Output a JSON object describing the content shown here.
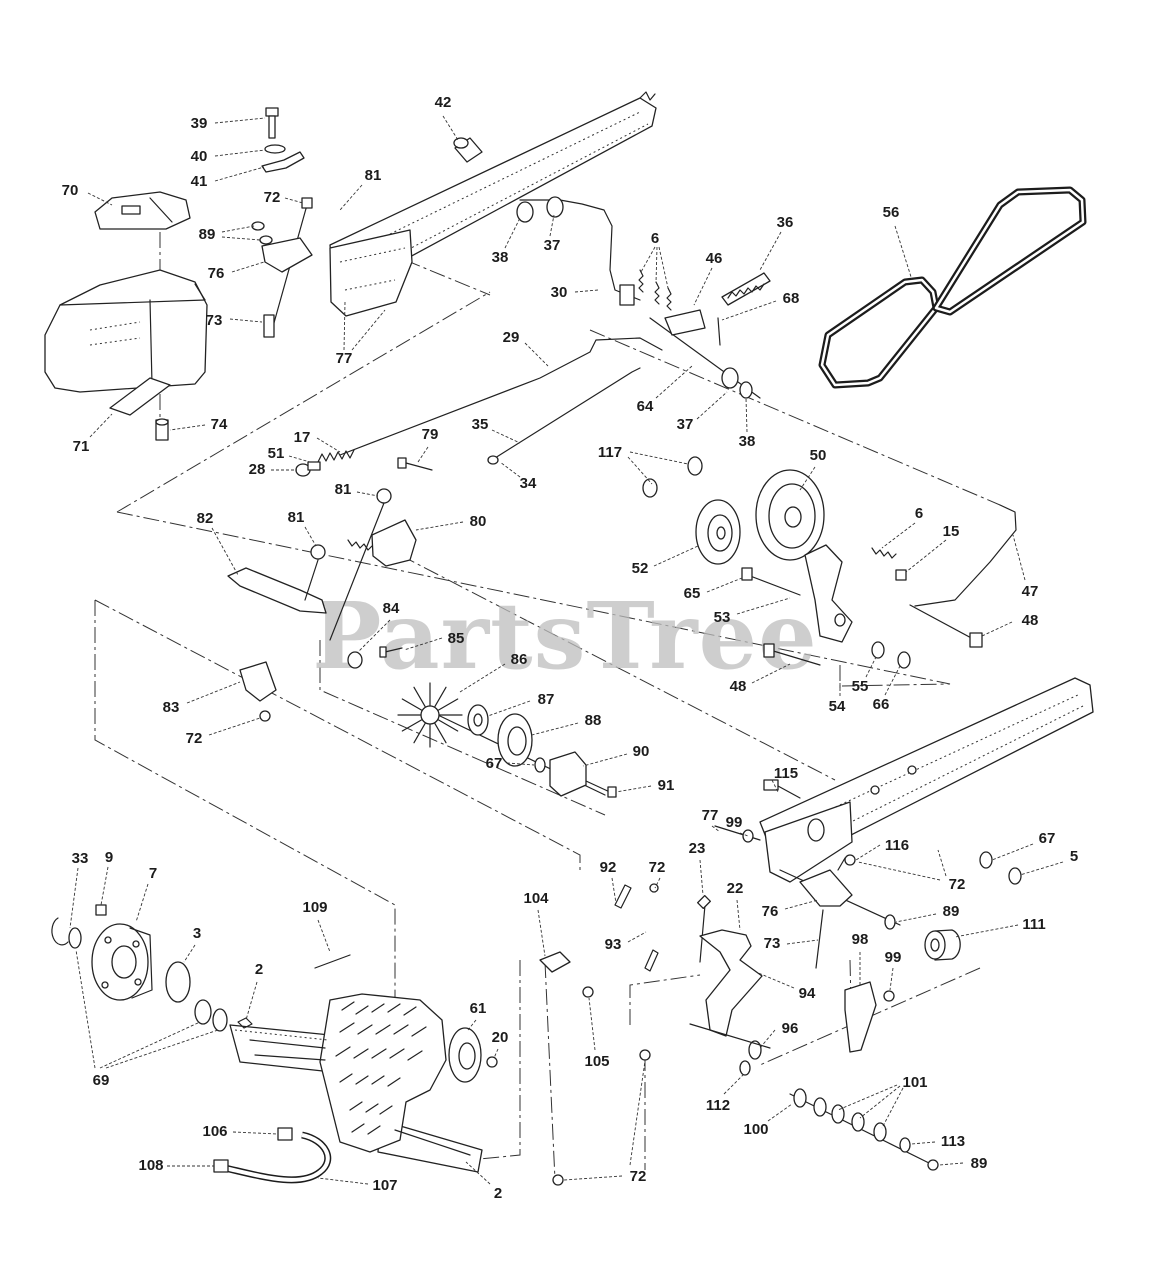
{
  "watermark": "PartsTree",
  "callouts": [
    "39",
    "40",
    "41",
    "42",
    "70",
    "72",
    "81",
    "89",
    "76",
    "73",
    "77",
    "38",
    "37",
    "6",
    "36",
    "56",
    "46",
    "30",
    "68",
    "29",
    "64",
    "37",
    "38",
    "71",
    "74",
    "17",
    "79",
    "35",
    "51",
    "28",
    "34",
    "117",
    "50",
    "81",
    "80",
    "82",
    "81",
    "6",
    "15",
    "52",
    "65",
    "53",
    "48",
    "47",
    "84",
    "85",
    "86",
    "48",
    "55",
    "54",
    "66",
    "83",
    "87",
    "72",
    "88",
    "90",
    "67",
    "91",
    "115",
    "77",
    "99",
    "116",
    "67",
    "5",
    "72",
    "33",
    "9",
    "7",
    "92",
    "72",
    "23",
    "104",
    "22",
    "109",
    "3",
    "76",
    "89",
    "111",
    "93",
    "73",
    "98",
    "99",
    "2",
    "94",
    "61",
    "20",
    "96",
    "105",
    "69",
    "101",
    "112",
    "100",
    "106",
    "113",
    "108",
    "107",
    "89",
    "2",
    "72"
  ]
}
